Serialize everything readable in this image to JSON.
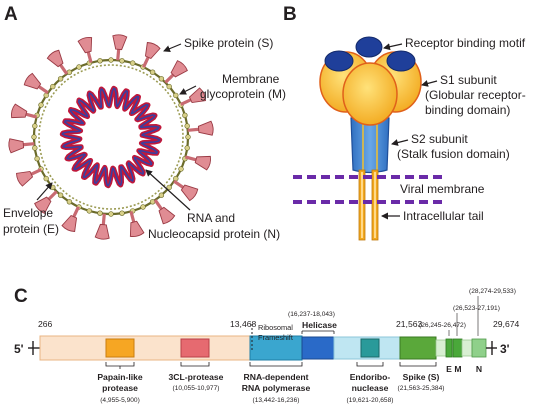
{
  "panels": {
    "a": {
      "letter": "A",
      "labels": {
        "spike": "Spike protein (S)",
        "membrane_1": "Membrane",
        "membrane_2": "glycoprotein (M)",
        "envelope_1": "Envelope",
        "envelope_2": "protein (E)",
        "rna_1": "RNA and",
        "rna_2": "Nucleocapsid protein (N)"
      }
    },
    "b": {
      "letter": "B",
      "labels": {
        "rbm": "Receptor binding motif",
        "s1_1": "S1 subunit",
        "s1_2": "(Globular receptor-",
        "s1_3": "binding domain)",
        "s2_1": "S2 subunit",
        "s2_2": "(Stalk fusion domain)",
        "membrane": "Viral membrane",
        "tail": "Intracellular tail"
      }
    },
    "c": {
      "letter": "C",
      "end5": "5'",
      "end3": "3'",
      "positions": {
        "p266": "266",
        "p13468": "13,468",
        "p21563": "21,563",
        "p29674": "29,674"
      },
      "frameshift_1": "Ribosomal",
      "frameshift_2": "Frameshift",
      "genes": {
        "plpro_1": "Papain-like",
        "plpro_2": "protease",
        "plpro_range": "(4,955-5,900)",
        "clpro": "3CL-protease",
        "clpro_range": "(10,055-10,977)",
        "rdrp_1": "RNA-dependent",
        "rdrp_2": "RNA polymerase",
        "rdrp_range": "(13,442-16,236)",
        "helicase": "Helicase",
        "helicase_range": "(16,237-18,043)",
        "endo_1": "Endoribo-",
        "endo_2": "nuclease",
        "endo_range": "(19,621-20,658)",
        "spike": "Spike (S)",
        "spike_range": "(21,563-25,384)",
        "e": "E",
        "m": "M",
        "n": "N",
        "range_28274": "(28,274-29,533)",
        "range_26523": "(26,523-27,191)",
        "range_26245": "(26,245-26,472)"
      }
    }
  },
  "colors": {
    "ring": "#8a8a3a",
    "spike_body": "#d9838a",
    "rna_red": "#c0183a",
    "rna_blue": "#3a3fa0",
    "s1_yellow": "#f5c02b",
    "rbm_blue": "#1f3f9a",
    "s2_blue": "#4f8fd6",
    "membrane_purple": "#6a2aa8",
    "orf1a": "#fbe3cc",
    "plpro": "#f6a623",
    "clpro": "#e66a70",
    "orf1b": "#3aa6cf",
    "helicase": "#2a6ac8",
    "endo": "#2a9a9a",
    "spike_gene": "#5aa83a",
    "em": "#4aa83a",
    "n_gene": "#8fd08a"
  }
}
